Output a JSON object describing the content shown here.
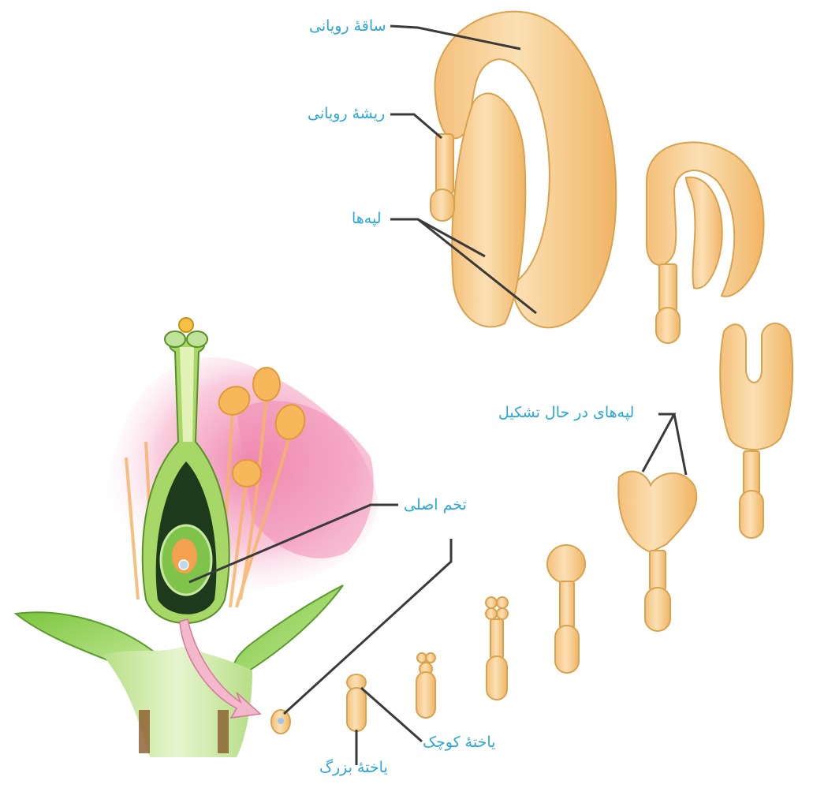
{
  "diagram": {
    "title": "",
    "description": "Embryo development in a flowering plant: from zygote in ovule to mature embryo with cotyledons",
    "colors": {
      "label": "#2aa7d6",
      "leader_line": "#3a3a3a",
      "embryo_fill": "#f6c98a",
      "embryo_stroke": "#d9a24e",
      "petal_pink": "#f19bbb",
      "leaf_green": "#8fd04f",
      "pistil_green": "#a9d86a",
      "ovary_dark": "#1f3a1c",
      "arrow_pink": "#f4b8cd"
    },
    "labels": {
      "hypocotyl": "ساقهٔ رویانی",
      "radicle": "ریشهٔ رویانی",
      "cotyledons": "لپه‌ها",
      "forming_cotyledons": "لپه‌های در حال تشکیل",
      "zygote": "تخم اصلی",
      "small_cell": "یاختهٔ کوچک",
      "large_cell": "یاختهٔ بزرگ"
    },
    "stages": [
      {
        "id": 1,
        "name": "zygote"
      },
      {
        "id": 2,
        "name": "two-cell"
      },
      {
        "id": 3,
        "name": "early proembryo"
      },
      {
        "id": 4,
        "name": "proembryo with suspensor"
      },
      {
        "id": 5,
        "name": "globular"
      },
      {
        "id": 6,
        "name": "heart"
      },
      {
        "id": 7,
        "name": "torpedo"
      },
      {
        "id": 8,
        "name": "bent cotyledon"
      },
      {
        "id": 9,
        "name": "mature embryo"
      }
    ]
  }
}
